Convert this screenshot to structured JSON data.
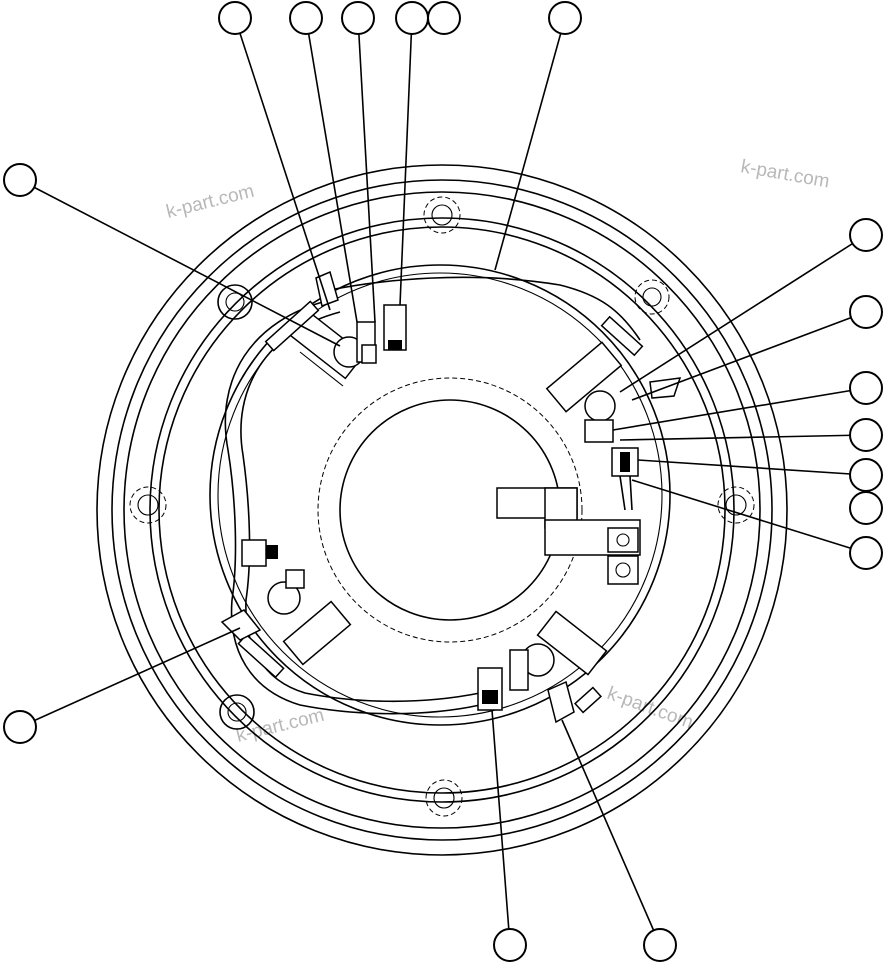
{
  "watermarks": [
    "k-part.com",
    "k-part.com",
    "k-part.com",
    "k-part.com"
  ],
  "callouts": [
    "",
    "",
    "",
    "",
    "",
    "",
    "",
    "",
    "",
    "",
    "",
    "",
    "",
    "",
    "",
    "",
    ""
  ]
}
